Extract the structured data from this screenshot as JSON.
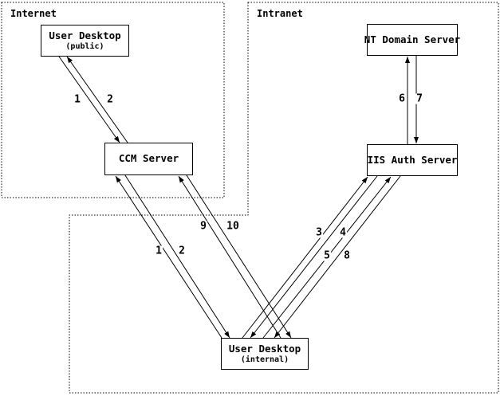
{
  "diagram": {
    "type": "network-flow-diagram",
    "background": "#ffffff",
    "line_color": "#000000",
    "regions": [
      {
        "id": "internet",
        "label": "Internet",
        "border_style": "dashed"
      },
      {
        "id": "intranet",
        "label": "Intranet",
        "border_style": "dashed",
        "shape": "L-shaped"
      }
    ],
    "nodes": [
      {
        "id": "user-desktop-public",
        "title": "User Desktop",
        "subtitle": "(public)",
        "region": "Internet"
      },
      {
        "id": "ccm-server",
        "title": "CCM Server",
        "subtitle": "",
        "region": "Internet"
      },
      {
        "id": "nt-domain-server",
        "title": "NT Domain Server",
        "subtitle": "",
        "region": "Intranet"
      },
      {
        "id": "iis-auth-server",
        "title": "IIS Auth Server",
        "subtitle": "",
        "region": "Intranet"
      },
      {
        "id": "user-desktop-internal",
        "title": "User Desktop",
        "subtitle": "(internal)",
        "region": "Intranet"
      }
    ],
    "edges": [
      {
        "label": "1",
        "from": "user-desktop-public",
        "to": "ccm-server"
      },
      {
        "label": "2",
        "from": "ccm-server",
        "to": "user-desktop-public"
      },
      {
        "label": "1",
        "from": "user-desktop-internal",
        "to": "ccm-server"
      },
      {
        "label": "2",
        "from": "ccm-server",
        "to": "user-desktop-internal"
      },
      {
        "label": "3",
        "from": "user-desktop-internal",
        "to": "iis-auth-server"
      },
      {
        "label": "4",
        "from": "iis-auth-server",
        "to": "user-desktop-internal"
      },
      {
        "label": "5",
        "from": "user-desktop-internal",
        "to": "iis-auth-server"
      },
      {
        "label": "6",
        "from": "iis-auth-server",
        "to": "nt-domain-server"
      },
      {
        "label": "7",
        "from": "nt-domain-server",
        "to": "iis-auth-server"
      },
      {
        "label": "8",
        "from": "iis-auth-server",
        "to": "user-desktop-internal"
      },
      {
        "label": "9",
        "from": "user-desktop-internal",
        "to": "ccm-server"
      },
      {
        "label": "10",
        "from": "ccm-server",
        "to": "user-desktop-internal"
      }
    ]
  }
}
